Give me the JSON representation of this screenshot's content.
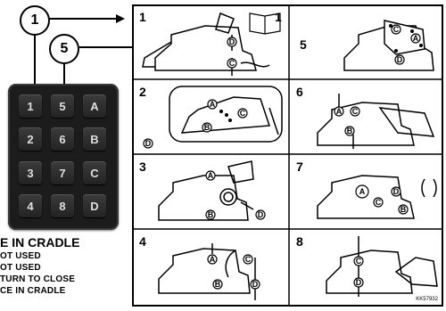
{
  "callouts": [
    "1",
    "5"
  ],
  "keypad": {
    "rows": [
      [
        "1",
        "5",
        "A"
      ],
      [
        "2",
        "6",
        "B"
      ],
      [
        "3",
        "7",
        "C"
      ],
      [
        "4",
        "8",
        "D"
      ]
    ]
  },
  "legend": {
    "title": "E IN CRADLE",
    "lines": [
      "OT USED",
      "OT USED",
      "TURN TO CLOSE",
      "CE IN CRADLE"
    ]
  },
  "panel": {
    "cells": [
      "1",
      "5",
      "2",
      "6",
      "3",
      "7",
      "4",
      "8"
    ],
    "pointer_labels": [
      "1",
      "5"
    ],
    "doc_id": "KK57932",
    "circle_labels": {
      "c1": [
        "D",
        "C"
      ],
      "c5": [
        "C",
        "A",
        "D"
      ],
      "c2": [
        "A",
        "C",
        "B",
        "D"
      ],
      "c6": [
        "A",
        "C",
        "B"
      ],
      "c3": [
        "A",
        "B",
        "D"
      ],
      "c7": [
        "A",
        "C",
        "B",
        "D"
      ],
      "c4": [
        "A",
        "C",
        "B",
        "D"
      ],
      "c8": [
        "C",
        "D"
      ]
    }
  },
  "colors": {
    "key_bg": "#2b2b2b",
    "key_text": "#dedede",
    "frame": "#000000"
  },
  "icons": [
    "open-book-icon",
    "cab-lever-icon",
    "grain-pile-icon"
  ]
}
